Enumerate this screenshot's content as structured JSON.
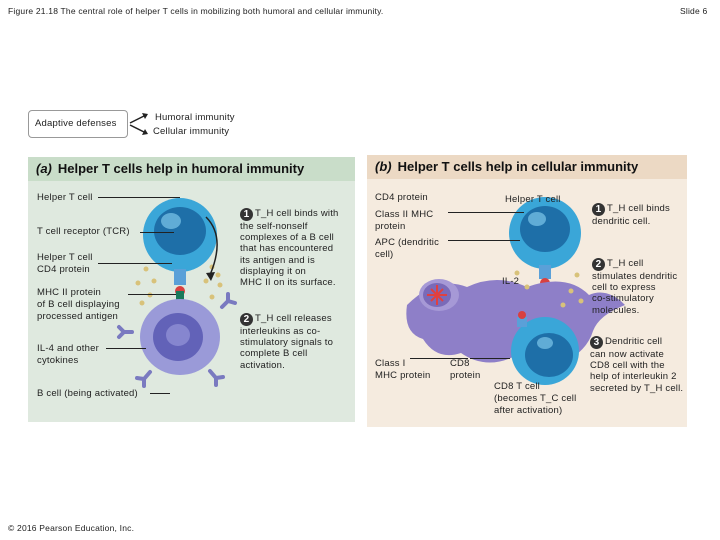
{
  "header": {
    "figure_title": "Figure 21.18 The central role of helper T cells in mobilizing both humoral and cellular immunity.",
    "slide_number": "Slide 6"
  },
  "overview": {
    "adaptive_label": "Adaptive defenses",
    "humoral_label": "Humoral immunity",
    "cellular_label": "Cellular immunity"
  },
  "panel_a": {
    "letter": "(a)",
    "title": "Helper T cells help in humoral immunity",
    "labels": {
      "helper_t_cell": "Helper T cell",
      "tcr": "T cell receptor (TCR)",
      "cd4_line1": "Helper T cell",
      "cd4_line2": "CD4 protein",
      "mhc_line1": "MHC II protein",
      "mhc_line2": "of B cell displaying",
      "mhc_line3": "processed antigen",
      "il4_line1": "IL-4 and other",
      "il4_line2": "cytokines",
      "b_cell": "B cell (being activated)"
    },
    "steps": [
      {
        "num": "1",
        "lines": [
          "T_H cell binds with",
          "the self-nonself",
          "complexes of a B cell",
          "that has encountered",
          "its antigen and is",
          "displaying it on",
          "MHC II on its surface."
        ]
      },
      {
        "num": "2",
        "lines": [
          "T_H cell releases",
          "interleukins as co-",
          "stimulatory signals to",
          "complete B cell",
          "activation."
        ]
      }
    ]
  },
  "panel_b": {
    "letter": "(b)",
    "title": "Helper T cells help in cellular immunity",
    "labels": {
      "cd4_protein": "CD4 protein",
      "helper_t_cell": "Helper T cell",
      "class2_line1": "Class II MHC",
      "class2_line2": "protein",
      "apc_line1": "APC (dendritic",
      "apc_line2": "cell)",
      "il2": "IL-2",
      "class1_line1": "Class I",
      "class1_line2": "MHC protein",
      "cd8_line1": "CD8",
      "cd8_line2": "protein",
      "cd8cell_line1": "CD8 T cell",
      "cd8cell_line2": "(becomes T_C cell",
      "cd8cell_line3": "after activation)"
    },
    "steps": [
      {
        "num": "1",
        "lines": [
          "T_H cell binds",
          "dendritic cell."
        ]
      },
      {
        "num": "2",
        "lines": [
          "T_H cell",
          "stimulates dendritic",
          "cell to express",
          "co-stimulatory",
          "molecules."
        ]
      },
      {
        "num": "3",
        "lines": [
          "Dendritic cell",
          "can now activate",
          "CD8 cell with the",
          "help of interleukin 2",
          "secreted by T_H cell."
        ]
      }
    ]
  },
  "footer": {
    "copyright": "© 2016 Pearson Education, Inc."
  },
  "colors": {
    "panel_a_bg": "#dfe9df",
    "panel_a_header": "#c9ddc9",
    "panel_b_bg": "#f5ebdf",
    "panel_b_header": "#ecd9c4",
    "t_cell": "#3aa6d8",
    "b_cell": "#9a9ad8",
    "dendritic": "#8e7fc8"
  }
}
